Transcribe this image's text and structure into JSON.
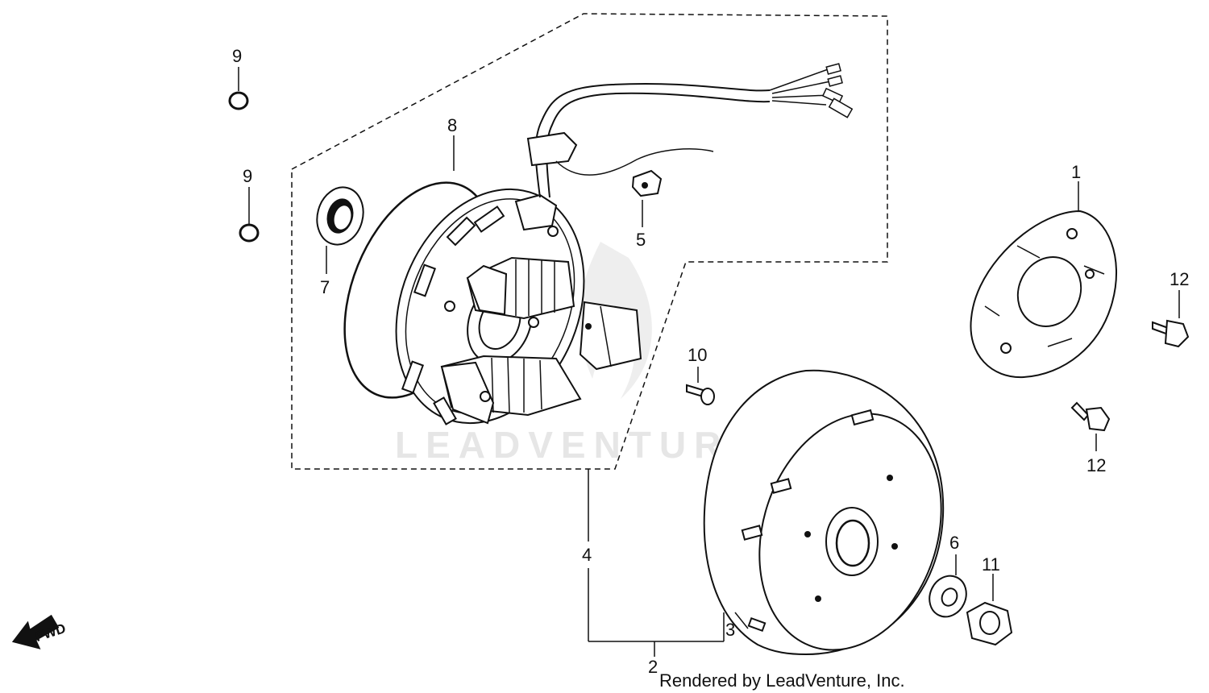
{
  "callouts": {
    "c1": "1",
    "c2": "2",
    "c3": "3",
    "c4": "4",
    "c5": "5",
    "c6": "6",
    "c7": "7",
    "c8": "8",
    "c9a": "9",
    "c9b": "9",
    "c10": "10",
    "c11": "11",
    "c12a": "12",
    "c12b": "12"
  },
  "direction_label": "FWD",
  "watermark": "LEADVENTURE",
  "footer": "Rendered by LeadVenture, Inc."
}
